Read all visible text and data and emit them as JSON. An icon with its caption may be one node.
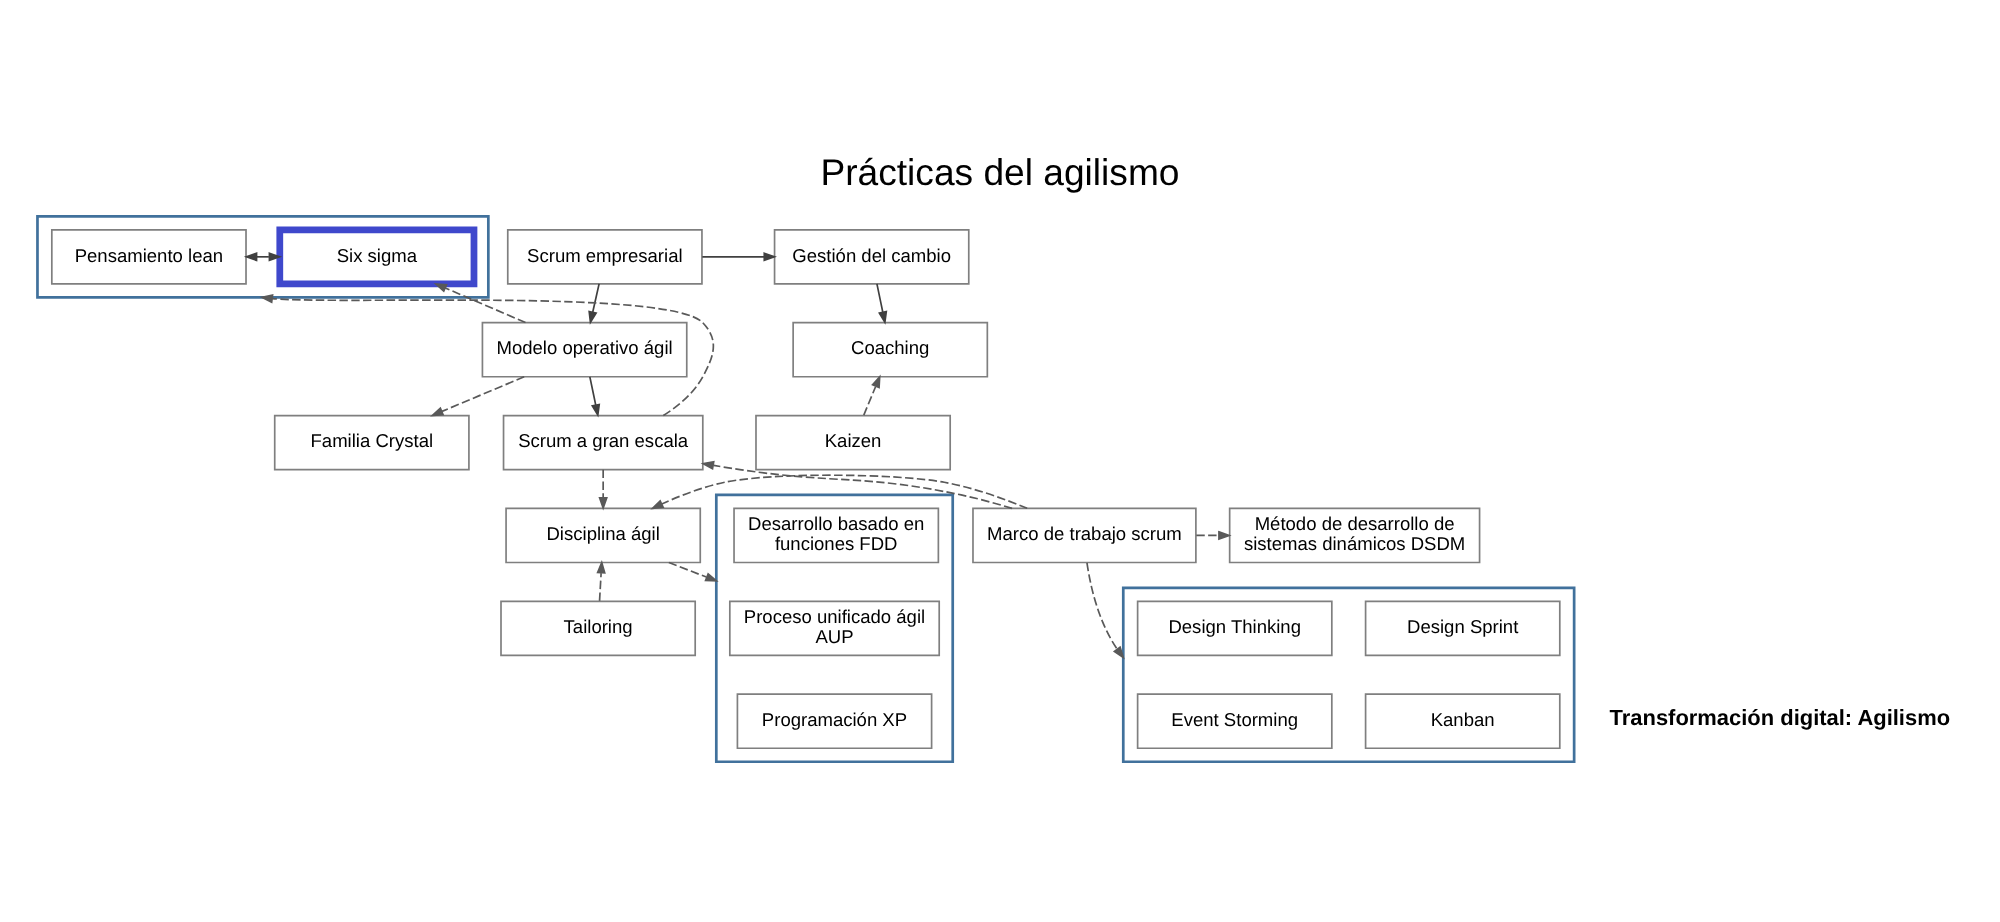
{
  "diagram": {
    "title": "Prácticas del agilismo",
    "caption": "Transformación digital: Agilismo",
    "nodes": [
      {
        "text": [],
        "shape": "box"
      },
      {
        "text": [
          "Pensamiento lean"
        ],
        "in": 0
      },
      {
        "text": [
          "Six sigma"
        ],
        "in": 0
      },
      {
        "text": [
          "Scrum empresarial"
        ]
      },
      {
        "text": [
          "Gestión del cambio"
        ]
      },
      {
        "text": [
          "Modelo operativo ágil"
        ]
      },
      {
        "text": [
          "Coaching"
        ]
      },
      {
        "text": [
          "Familia Crystal"
        ]
      },
      {
        "text": [
          "Scrum a gran escala"
        ]
      },
      {
        "text": [
          "Kaizen"
        ]
      },
      {
        "text": [],
        "shape": "box"
      },
      {
        "text": [
          "Desarrollo basado en funciones FDD"
        ],
        "in": 10
      },
      {
        "text": [
          "Proceso unificado ágil AUP"
        ],
        "in": 10
      },
      {
        "text": [
          "Programación XP"
        ],
        "in": 10
      },
      {
        "text": [
          "Disciplina ágil"
        ]
      },
      {
        "text": [
          "Marco de trabajo scrum"
        ]
      },
      {
        "text": [
          "Método de desarrollo de sistemas dinámicos DSDM"
        ]
      },
      {
        "text": [
          "Tailoring"
        ]
      },
      {
        "text": [],
        "shape": "box"
      },
      {
        "text": [
          "Design Thinking"
        ],
        "in": 18
      },
      {
        "text": [
          "Design Sprint"
        ],
        "in": 18
      },
      {
        "text": [
          "Event Storming"
        ],
        "in": 18
      },
      {
        "text": [
          "Kanban"
        ],
        "in": 18
      }
    ],
    "edges": [
      {
        "from": 1,
        "to": 2,
        "arrow": "both"
      },
      {
        "from": 3,
        "to": 4,
        "arrow": "to"
      },
      {
        "from": 3,
        "to": 5,
        "arrow": "to"
      },
      {
        "from": 4,
        "to": 6,
        "arrow": "to"
      },
      {
        "from": 5,
        "to": 2,
        "arrow": "to",
        "style": "dashed"
      },
      {
        "from": 9,
        "to": 6,
        "arrow": "to",
        "style": "dashed"
      },
      {
        "from": 5,
        "to": 7,
        "arrow": "to",
        "style": "dashed"
      },
      {
        "from": 5,
        "to": 8,
        "arrow": "to"
      },
      {
        "from": 8,
        "to": 0,
        "arrow": "to",
        "style": "dashed"
      },
      {
        "from": 8,
        "to": 14,
        "arrow": "to",
        "style": "dashed"
      },
      {
        "from": 15,
        "to": 8,
        "arrow": "to",
        "style": "dashed"
      },
      {
        "from": 15,
        "to": 14,
        "arrow": "to",
        "style": "dashed"
      },
      {
        "from": 15,
        "to": 16,
        "arrow": "to",
        "style": "dashed"
      },
      {
        "from": 17,
        "to": 14,
        "arrow": "to",
        "style": "dashed"
      },
      {
        "from": 14,
        "to": 10,
        "arrow": "to",
        "style": "dashed"
      },
      {
        "from": 15,
        "to": 18,
        "arrow": "to",
        "style": "dashed"
      }
    ]
  }
}
